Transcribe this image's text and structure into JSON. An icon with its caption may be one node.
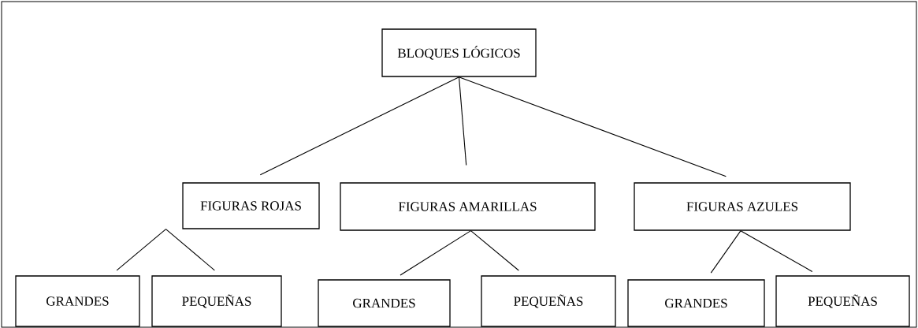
{
  "diagram": {
    "nodes": [
      {
        "text": [
          "BLOQUES LÓGICOS"
        ]
      },
      {
        "text": [
          "FIGURAS ROJAS"
        ]
      },
      {
        "text": [
          "FIGURAS AMARILLAS"
        ]
      },
      {
        "text": [
          "FIGURAS AZULES"
        ]
      },
      {
        "text": [
          "GRANDES"
        ]
      },
      {
        "text": [
          "PEQUEÑAS"
        ]
      },
      {
        "text": [
          "GRANDES"
        ]
      },
      {
        "text": [
          "PEQUEÑAS"
        ]
      },
      {
        "text": [
          "GRANDES"
        ]
      },
      {
        "text": [
          "PEQUEÑAS"
        ]
      }
    ],
    "edges": [
      {
        "from": 0,
        "to": 1,
        "arrow": "none"
      },
      {
        "from": 0,
        "to": 2,
        "arrow": "none"
      },
      {
        "from": 0,
        "to": 3,
        "arrow": "none"
      },
      {
        "from": 1,
        "to": 4,
        "arrow": "none"
      },
      {
        "from": 1,
        "to": 5,
        "arrow": "none"
      },
      {
        "from": 2,
        "to": 6,
        "arrow": "none"
      },
      {
        "from": 2,
        "to": 7,
        "arrow": "none"
      },
      {
        "from": 3,
        "to": 8,
        "arrow": "none"
      },
      {
        "from": 3,
        "to": 9,
        "arrow": "none"
      }
    ]
  }
}
